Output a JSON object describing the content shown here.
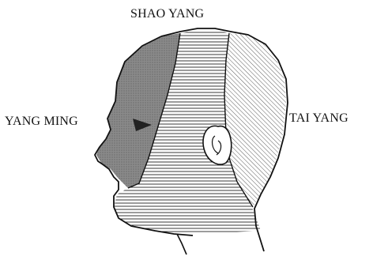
{
  "labels": {
    "shao_yang": "SHAO YANG",
    "yang_ming": "YANG MING",
    "tai_yang": "TAI YANG"
  },
  "colors": {
    "ink": "#111111",
    "yang_ming_fill": "#8a8a8a",
    "background": "#ffffff"
  }
}
